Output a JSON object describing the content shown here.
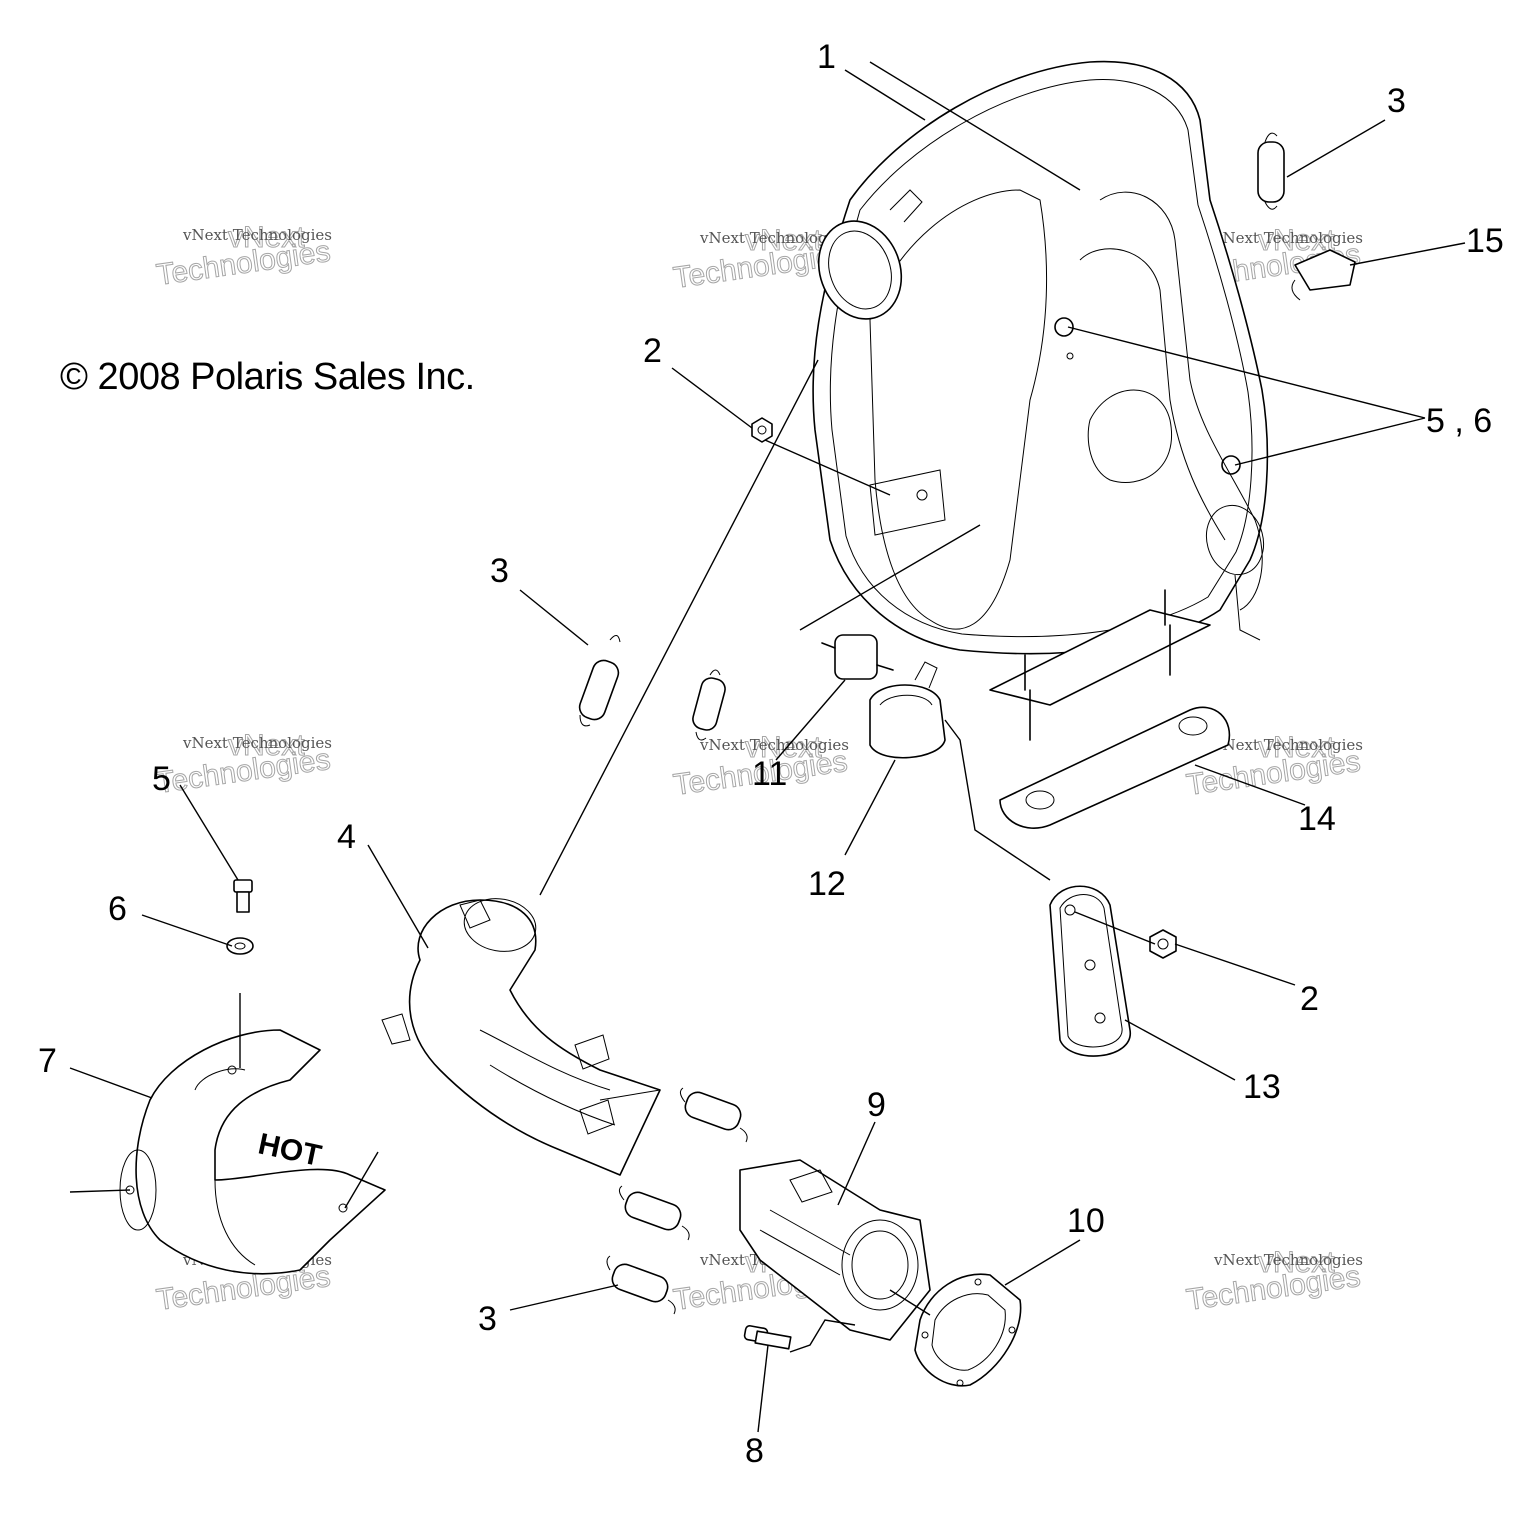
{
  "copyright": "© 2008 Polaris Sales Inc.",
  "watermark": {
    "line1": "vNext",
    "line2": "vNext Technologies",
    "line3": "Technologies"
  },
  "callouts": {
    "c1": "1",
    "c2a": "2",
    "c2b": "2",
    "c3a": "3",
    "c3b": "3",
    "c3c": "3",
    "c4": "4",
    "c5a": "5",
    "c56": "5 , 6",
    "c6": "6",
    "c7": "7",
    "c8": "8",
    "c9": "9",
    "c10": "10",
    "c11": "11",
    "c12": "12",
    "c13": "13",
    "c14": "14",
    "c15": "15"
  },
  "stamp": "HOT"
}
